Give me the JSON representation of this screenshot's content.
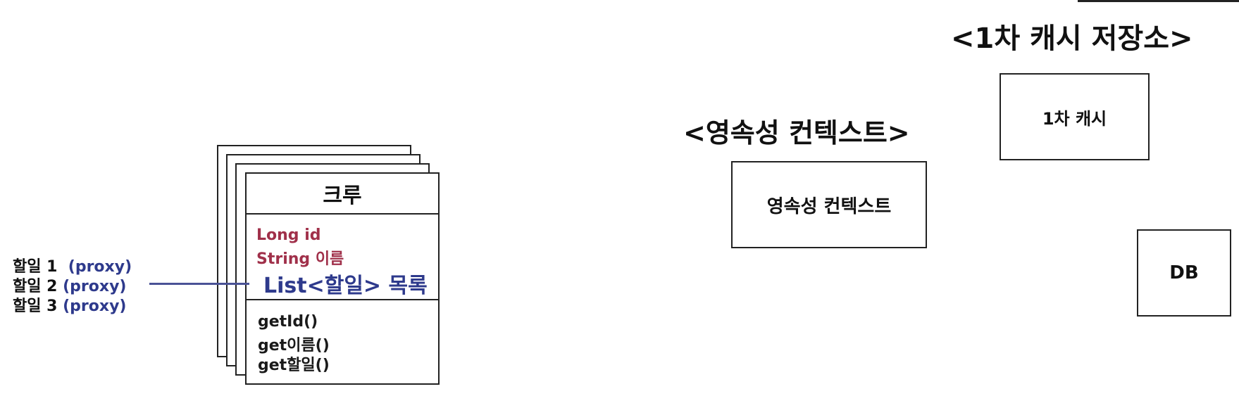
{
  "class_diagram": {
    "class_name": "크루",
    "fields": [
      {
        "text": "Long id",
        "color": "#a0304a"
      },
      {
        "text": "String 이름",
        "color": "#a0304a"
      },
      {
        "text": "List<할일> 목록",
        "color": "#2e3a8c"
      }
    ],
    "methods": [
      "getId()",
      "get이름()",
      "get할일()"
    ]
  },
  "proxy_list": [
    {
      "label": "할일 1",
      "suffix": "(proxy)"
    },
    {
      "label": "할일 2",
      "suffix": "(proxy)"
    },
    {
      "label": "할일 3",
      "suffix": "(proxy)"
    }
  ],
  "headings": {
    "first_level_cache_store": "<1차 캐시 저장소>",
    "persistence_context": "<영속성 컨텍스트>"
  },
  "boxes": {
    "first_level_cache": "1차 캐시",
    "persistence_context": "영속성 컨텍스트",
    "db": "DB"
  },
  "colors": {
    "field_red": "#a0304a",
    "accent_blue": "#2e3a8c",
    "line": "#222222"
  }
}
